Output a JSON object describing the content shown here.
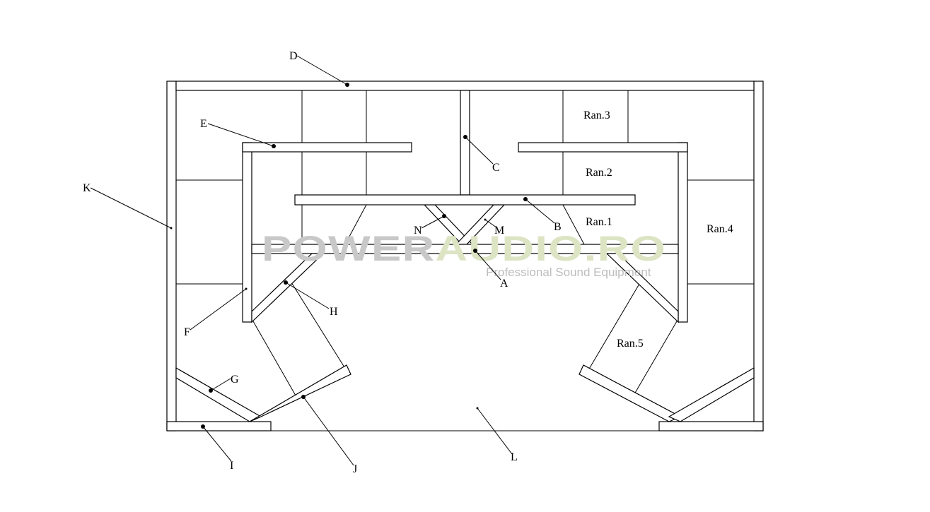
{
  "labels": {
    "A": "A",
    "B": "B",
    "C": "C",
    "D": "D",
    "E": "E",
    "F": "F",
    "G": "G",
    "H": "H",
    "I": "I",
    "J": "J",
    "K": "K",
    "L": "L",
    "M": "M",
    "N": "N"
  },
  "regions": {
    "ran1": "Ran.1",
    "ran2": "Ran.2",
    "ran3": "Ran.3",
    "ran4": "Ran.4",
    "ran5": "Ran.5"
  },
  "watermark": {
    "power": "POWER",
    "audio": "AUDIO.RO",
    "tagline": "Professional Sound Equipment",
    "power_color": "#c8c8c8",
    "audio_color": "#dde4c4"
  }
}
